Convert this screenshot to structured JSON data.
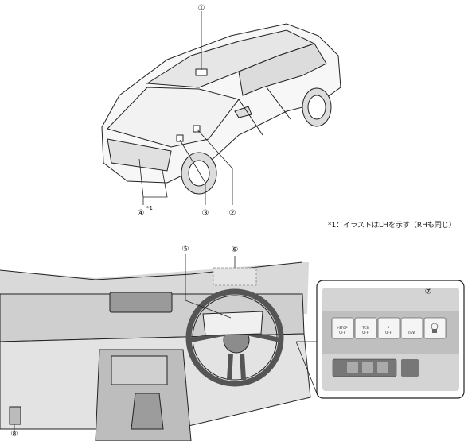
{
  "callouts": [
    {
      "id": "1",
      "label": "①"
    },
    {
      "id": "2",
      "label": "②"
    },
    {
      "id": "3",
      "label": "③"
    },
    {
      "id": "4",
      "label": "④"
    },
    {
      "id": "5",
      "label": "⑤"
    },
    {
      "id": "6",
      "label": "⑥"
    },
    {
      "id": "7",
      "label": "⑦"
    },
    {
      "id": "8",
      "label": "⑧"
    }
  ],
  "footnote_marker": "*1",
  "footnote_text": "*1：イラストはLHを示す（RHも同じ）",
  "switch_buttons": [
    {
      "line1": "i-STOP",
      "line2": "OFF"
    },
    {
      "line1": "TCS",
      "line2": "OFF"
    },
    {
      "line1": "P",
      "line2": "OFF"
    },
    {
      "line1": "",
      "line2": "VIEW"
    }
  ]
}
